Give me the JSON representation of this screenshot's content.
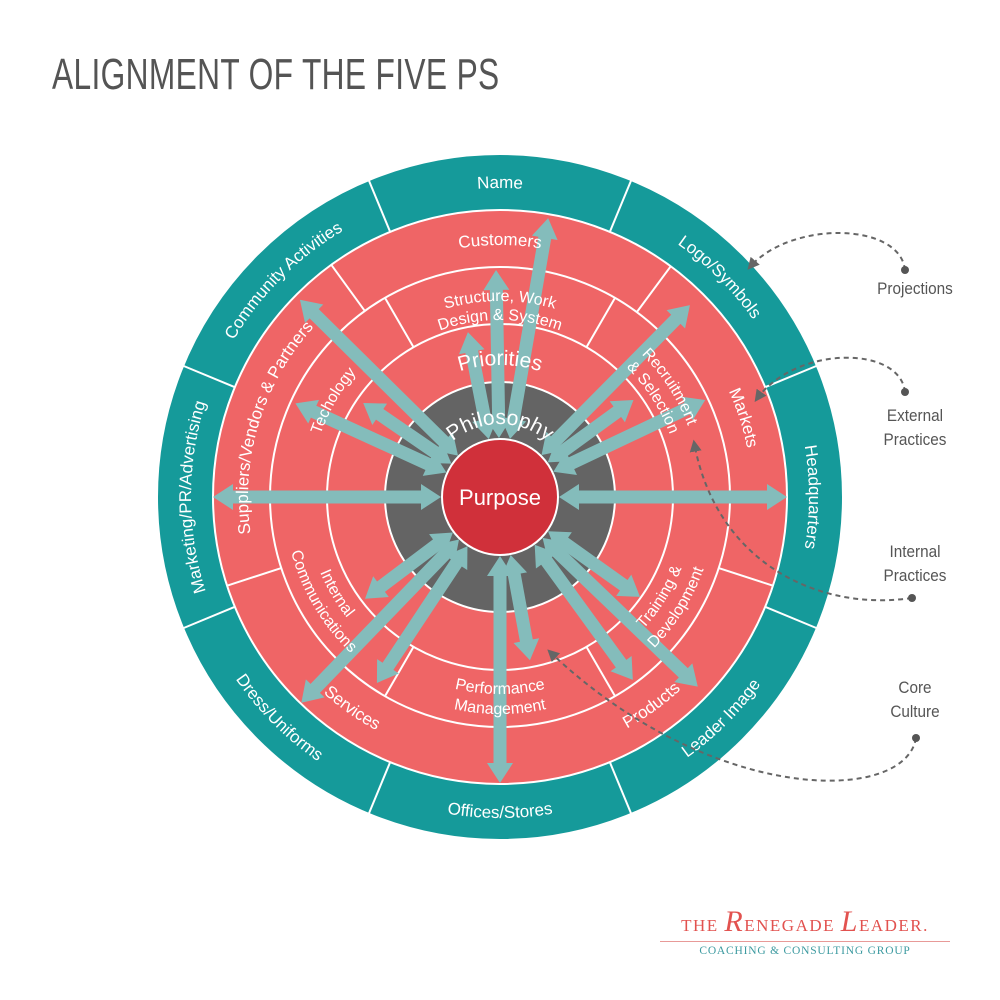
{
  "title": "ALIGNMENT OF THE FIVE PS",
  "center": {
    "purpose": "Purpose",
    "philosophy": "Philosophy",
    "priorities": "Priorities"
  },
  "projections": [
    "Name",
    "Logo/Symbols",
    "Headquarters",
    "Leader Image",
    "Offices/Stores",
    "Dress/Uniforms",
    "Marketing/PR/Advertising",
    "Community Activities"
  ],
  "external_practices": [
    "Customers",
    "Markets",
    "Products",
    "Services",
    "Suppliers/Vendors & Partners"
  ],
  "internal_practices": [
    [
      "Structure, Work",
      "Design & System"
    ],
    [
      "Recruitment",
      "& Selection"
    ],
    [
      "Training &",
      "Development"
    ],
    [
      "Performance",
      "Management"
    ],
    [
      "Internal",
      "Communications"
    ],
    [
      "Techology"
    ]
  ],
  "annotations": {
    "projections": [
      "Projections"
    ],
    "external": [
      "External",
      "Practices"
    ],
    "internal": [
      "Internal",
      "Practices"
    ],
    "core": [
      "Core",
      "Culture"
    ]
  },
  "logo": {
    "line1_a": "THE ",
    "line1_R": "R",
    "line1_b": "ENEGADE ",
    "line1_L": "L",
    "line1_c": "EADER.",
    "line2": "COACHING & CONSULTING GROUP"
  },
  "colors": {
    "teal": "#159a9a",
    "red": "#ef6566",
    "arrow": "#84bcbb",
    "gray": "#646464",
    "purpose": "#d0303a",
    "philosophy_text": "#e0e0e0"
  }
}
